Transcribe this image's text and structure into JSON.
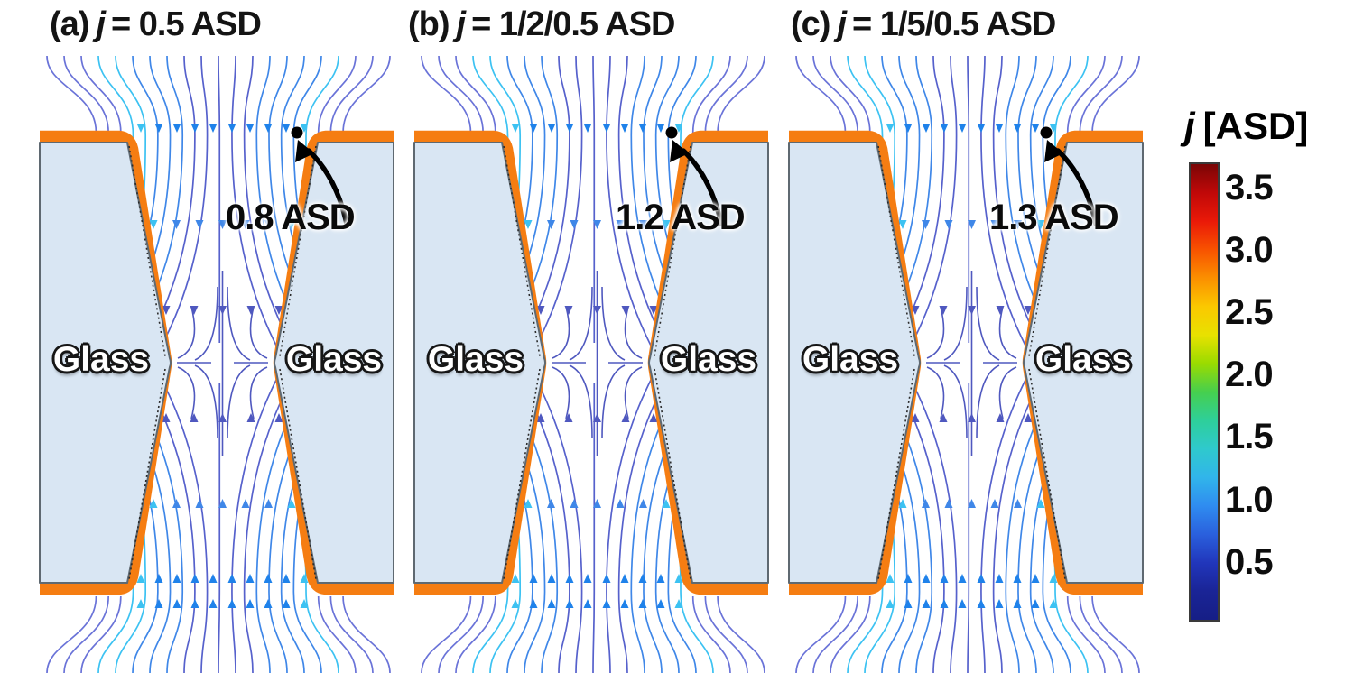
{
  "panels": [
    {
      "id": "a",
      "label": "(a)",
      "j_symbol": "j",
      "j_value": "= 0.5 ASD",
      "glass_left": "Glass",
      "glass_right": "Glass",
      "annotation": "0.8 ASD"
    },
    {
      "id": "b",
      "label": "(b)",
      "j_symbol": "j",
      "j_value": "= 1/2/0.5 ASD",
      "glass_left": "Glass",
      "glass_right": "Glass",
      "annotation": "1.2 ASD"
    },
    {
      "id": "c",
      "label": "(c)",
      "j_symbol": "j",
      "j_value": "= 1/5/0.5 ASD",
      "glass_left": "Glass",
      "glass_right": "Glass",
      "annotation": "1.3 ASD"
    }
  ],
  "colorbar": {
    "symbol": "j",
    "unit_label": "[ASD]",
    "tick_labels": [
      "3.5",
      "3.0",
      "2.5",
      "2.0",
      "1.5",
      "1.0",
      "0.5"
    ],
    "gradient": [
      "#7a0606",
      "#c00808",
      "#ea1908",
      "#f85200",
      "#fb8f00",
      "#fbc800",
      "#e8e100",
      "#9adb00",
      "#46cf4e",
      "#2ecf9a",
      "#2fc9cd",
      "#31b5ea",
      "#2f8cf0",
      "#2a60dd",
      "#2136bb",
      "#1a2496",
      "#161e86"
    ]
  },
  "colors": {
    "glass_fill": "#d9e6f3",
    "glass_border": "#5f6971",
    "coating": "#f57d12",
    "streamline_outer": "#6a73d8",
    "streamline_mid": "#3f87e8",
    "streamline_center": "#5661cc",
    "streamline_corner": "#3cc2f2",
    "streamline_deep": "#4f58bf",
    "arrow_bright": "#1f82ea",
    "annotation_ink": "#000000"
  }
}
